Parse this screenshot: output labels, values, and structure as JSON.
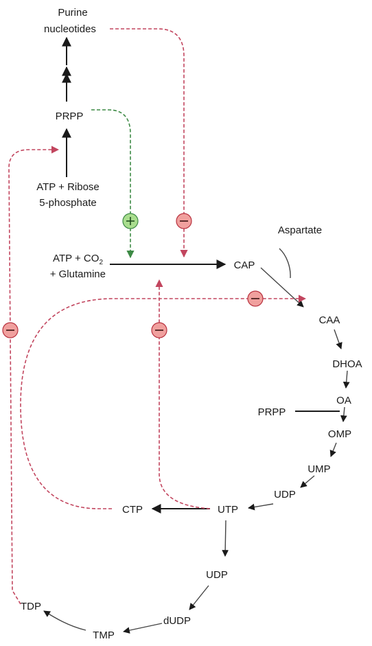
{
  "labels": {
    "purine_line1": "Purine",
    "purine_line2": "nucleotides",
    "prpp_top": "PRPP",
    "atp_ribose_line1": "ATP + Ribose",
    "atp_ribose_line2": "5-phosphate",
    "atp_co2_main": "ATP + CO",
    "atp_co2_sub": "2",
    "glutamine": "+ Glutamine",
    "aspartate": "Aspartate",
    "cap": "CAP",
    "caa": "CAA",
    "dhoa": "DHOA",
    "oa": "OA",
    "prpp_side": "PRPP",
    "omp": "OMP",
    "ump": "UMP",
    "udp_upper": "UDP",
    "utp": "UTP",
    "ctp": "CTP",
    "udp_lower": "UDP",
    "dudp": "dUDP",
    "tmp": "TMP",
    "tdp": "TDP"
  },
  "colors": {
    "inhibition": "#c2455e",
    "activation": "#3d8a45",
    "inhibition_fill": "#f0a09e",
    "activation_fill": "#a9dd8e"
  },
  "regulators": {
    "activator_symbol": "+",
    "inhibitor_symbol": "−"
  }
}
